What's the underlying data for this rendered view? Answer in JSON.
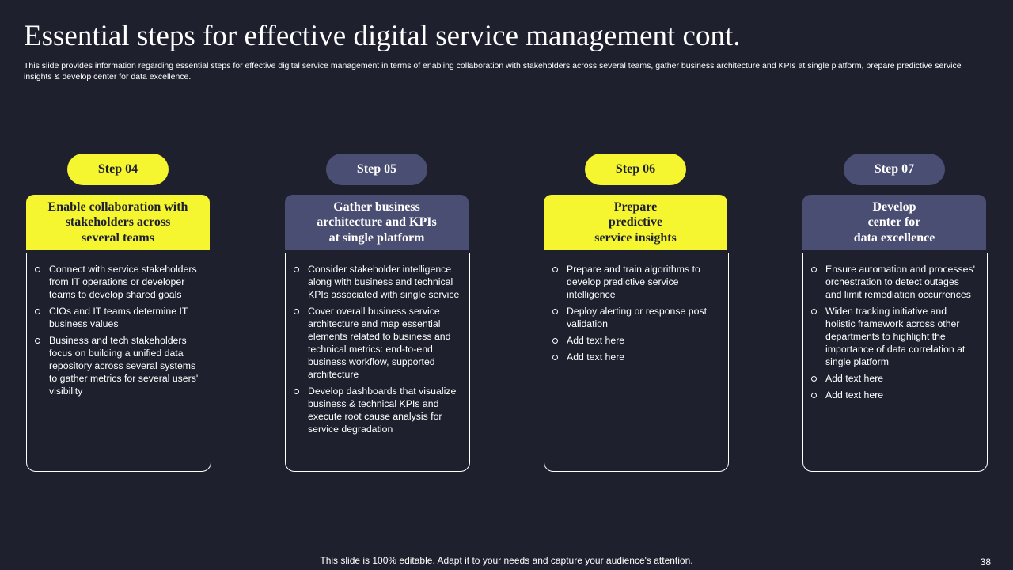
{
  "title": "Essential steps for effective digital service management cont.",
  "subtitle": "This slide provides information regarding essential steps for effective digital service management in terms of enabling collaboration with stakeholders across several teams, gather business architecture and KPIs at single platform, prepare predictive service insights & develop center for data excellence.",
  "colors": {
    "background": "#1e202e",
    "yellow": "#f5f530",
    "slate": "#4a4e72"
  },
  "steps": [
    {
      "pill": "Step 04",
      "heading": [
        "Enable collaboration with",
        "stakeholders across",
        "several teams"
      ],
      "bullets": [
        "Connect with service stakeholders from IT operations or developer  teams to develop shared goals",
        "CIOs and IT teams determine IT business values",
        "Business and tech stakeholders focus on building a unified data repository across several systems to gather metrics for several users' visibility"
      ]
    },
    {
      "pill": "Step 05",
      "heading": [
        "Gather business",
        "architecture and KPIs",
        "at single platform"
      ],
      "bullets": [
        "Consider stakeholder intelligence along with business and technical KPIs associated with single service",
        "Cover overall  business service architecture and map essential elements related to business and technical metrics: end-to-end business workflow, supported architecture",
        "Develop dashboards that visualize  business & technical KPIs and execute root cause analysis for service  degradation"
      ]
    },
    {
      "pill": "Step 06",
      "heading": [
        "Prepare",
        "predictive",
        "service insights"
      ],
      "bullets": [
        "Prepare and train algorithms to develop  predictive service  intelligence",
        "Deploy alerting or response post validation",
        "Add text here",
        "Add text here"
      ]
    },
    {
      "pill": "Step 07",
      "heading": [
        "Develop",
        "center for",
        "data excellence"
      ],
      "bullets": [
        "Ensure automation and processes' orchestration to detect outages and limit remediation occurrences",
        "Widen tracking initiative and holistic framework  across other departments to highlight the importance of data correlation at single platform",
        "Add text here",
        "Add text here"
      ]
    }
  ],
  "footer": "This slide is 100% editable. Adapt it to your needs and capture your audience's attention.",
  "page_number": "38"
}
